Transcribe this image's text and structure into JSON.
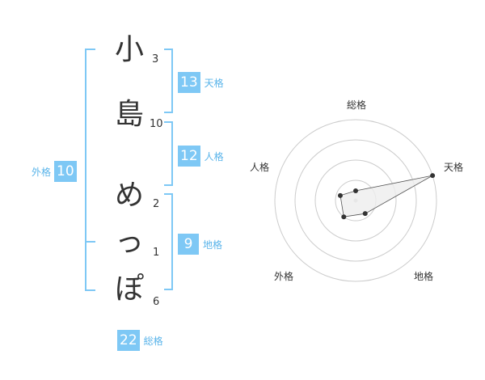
{
  "name_chars": [
    {
      "char": "小",
      "strokes": "3"
    },
    {
      "char": "島",
      "strokes": "10"
    },
    {
      "char": "め",
      "strokes": "2"
    },
    {
      "char": "っ",
      "strokes": "1"
    },
    {
      "char": "ぽ",
      "strokes": "6"
    }
  ],
  "fortunes": {
    "tenkaku": {
      "value": "13",
      "label": "天格"
    },
    "jinkaku": {
      "value": "12",
      "label": "人格"
    },
    "chikaku": {
      "value": "9",
      "label": "地格"
    },
    "gaikaku": {
      "value": "10",
      "label": "外格"
    },
    "soukaku": {
      "value": "22",
      "label": "総格"
    }
  },
  "colors": {
    "accent": "#7ec8f5",
    "accent_text": "#5ab4ea",
    "ring": "#cccccc",
    "polygon_fill": "#eeeeee",
    "point": "#333333"
  },
  "chart_data": {
    "type": "radar",
    "axes": [
      "総格",
      "天格",
      "地格",
      "外格",
      "人格"
    ],
    "values": [
      0.12,
      1.0,
      0.2,
      0.25,
      0.2
    ],
    "rings": 4
  }
}
